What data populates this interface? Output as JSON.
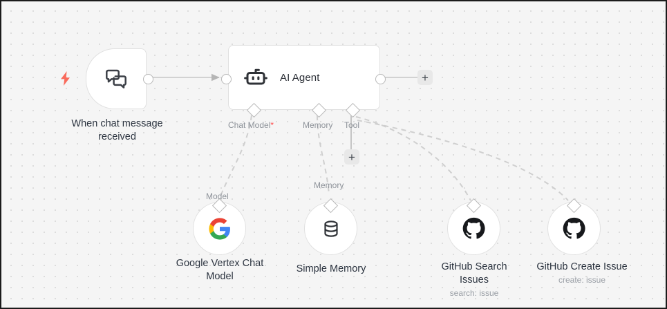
{
  "canvas": {
    "background_color": "#f5f5f5",
    "grid_dot_color": "#dcdcdc",
    "border_color": "#1b1b1b"
  },
  "trigger": {
    "icon": "chat-bubbles-icon",
    "bolt_icon": "lightning-bolt-icon",
    "bolt_color": "#f96a5b",
    "label": "When chat message\nreceived"
  },
  "agent": {
    "icon": "robot-icon",
    "title": "AI Agent",
    "ports": [
      {
        "name": "chat-model",
        "label": "Chat Model",
        "required": "*"
      },
      {
        "name": "memory",
        "label": "Memory",
        "required": ""
      },
      {
        "name": "tool",
        "label": "Tool",
        "required": ""
      }
    ],
    "add_output_label": "+",
    "add_tool_label": "+"
  },
  "sub_nodes": [
    {
      "key": "google-vertex-chat-model",
      "icon": "google-logo-icon",
      "label": "Google Vertex Chat\nModel",
      "sublabel": "",
      "edge_label": "Model"
    },
    {
      "key": "simple-memory",
      "icon": "database-icon",
      "label": "Simple Memory",
      "sublabel": "",
      "edge_label": "Memory"
    },
    {
      "key": "github-search-issues",
      "icon": "github-icon",
      "label": "GitHub Search\nIssues",
      "sublabel": "search: issue",
      "edge_label": ""
    },
    {
      "key": "github-create-issue",
      "icon": "github-icon",
      "label": "GitHub Create Issue",
      "sublabel": "create: issue",
      "edge_label": ""
    }
  ]
}
